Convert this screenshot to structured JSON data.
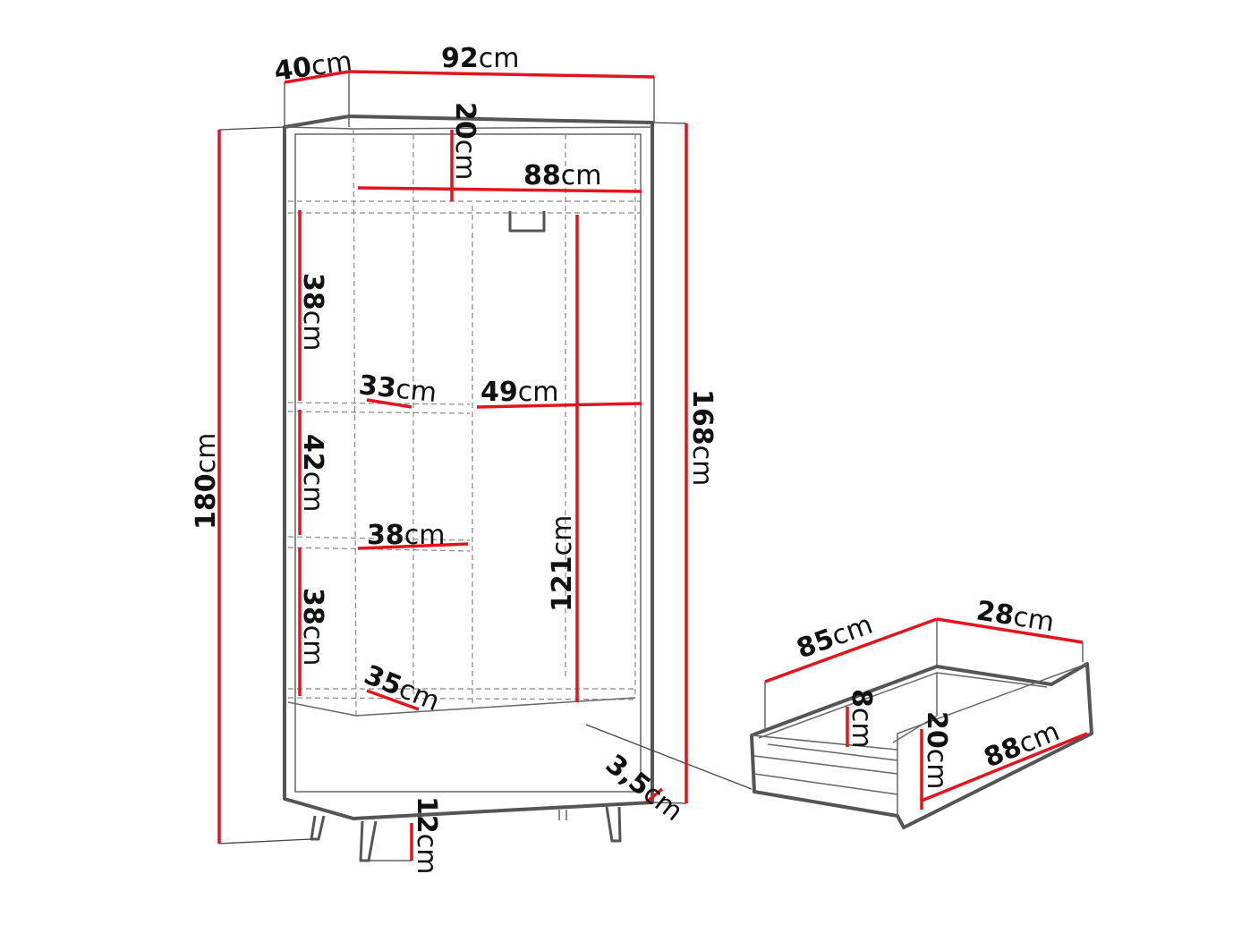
{
  "colors": {
    "dimension_line": "#e3141d",
    "outline": "#555555"
  },
  "labels": {
    "depth_top": {
      "value": "40",
      "unit": "cm"
    },
    "width_top": {
      "value": "92",
      "unit": "cm"
    },
    "top_compartment_height": {
      "value": "20",
      "unit": "cm"
    },
    "inner_width": {
      "value": "88",
      "unit": "cm"
    },
    "shelf1_height": {
      "value": "38",
      "unit": "cm"
    },
    "shelf_depth_1": {
      "value": "33",
      "unit": "cm"
    },
    "hanging_width": {
      "value": "49",
      "unit": "cm"
    },
    "inner_height": {
      "value": "168",
      "unit": "cm"
    },
    "total_height": {
      "value": "180",
      "unit": "cm"
    },
    "shelf2_height": {
      "value": "42",
      "unit": "cm"
    },
    "shelf_width": {
      "value": "38",
      "unit": "cm"
    },
    "hanging_height": {
      "value": "121",
      "unit": "cm"
    },
    "shelf3_height": {
      "value": "38",
      "unit": "cm"
    },
    "shelf_depth_2": {
      "value": "35",
      "unit": "cm"
    },
    "leg_offset": {
      "value": "3,5",
      "unit": "cm"
    },
    "leg_height": {
      "value": "12",
      "unit": "cm"
    },
    "drawer_outer_width": {
      "value": "85",
      "unit": "cm"
    },
    "drawer_depth": {
      "value": "28",
      "unit": "cm"
    },
    "drawer_inner_height": {
      "value": "8",
      "unit": "cm"
    },
    "drawer_front_height": {
      "value": "20",
      "unit": "cm"
    },
    "drawer_front_width": {
      "value": "88",
      "unit": "cm"
    }
  }
}
